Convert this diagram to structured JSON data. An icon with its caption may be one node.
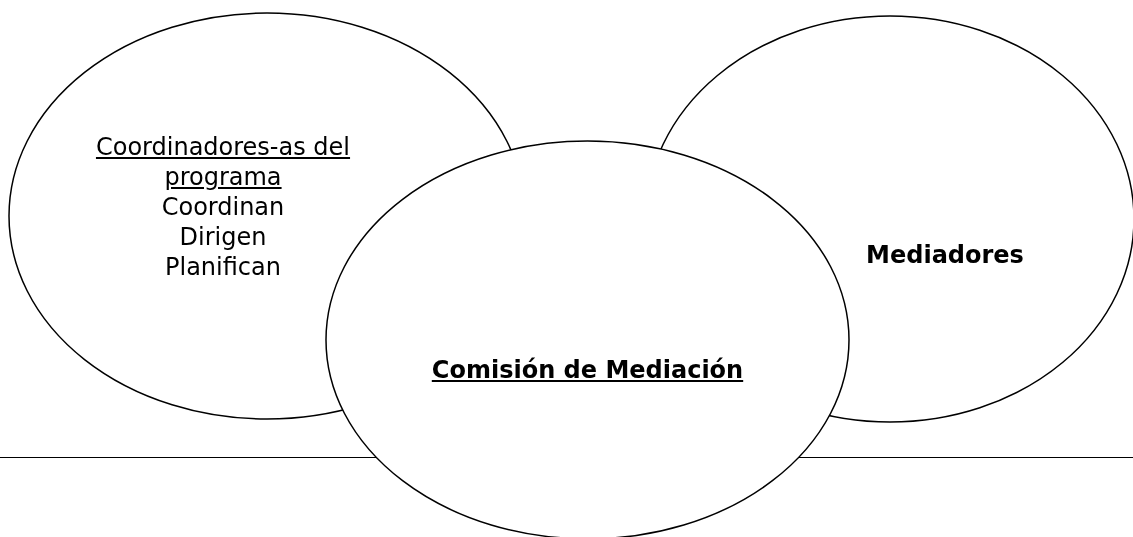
{
  "diagram": {
    "nodes": [
      {
        "text": [
          "Coordinadores-as del programa",
          "Coordinan",
          "Dirigen",
          "Planifican"
        ]
      },
      {
        "text": [
          "Mediadores"
        ]
      },
      {
        "text": [
          "Comisión de Mediación"
        ]
      }
    ]
  }
}
